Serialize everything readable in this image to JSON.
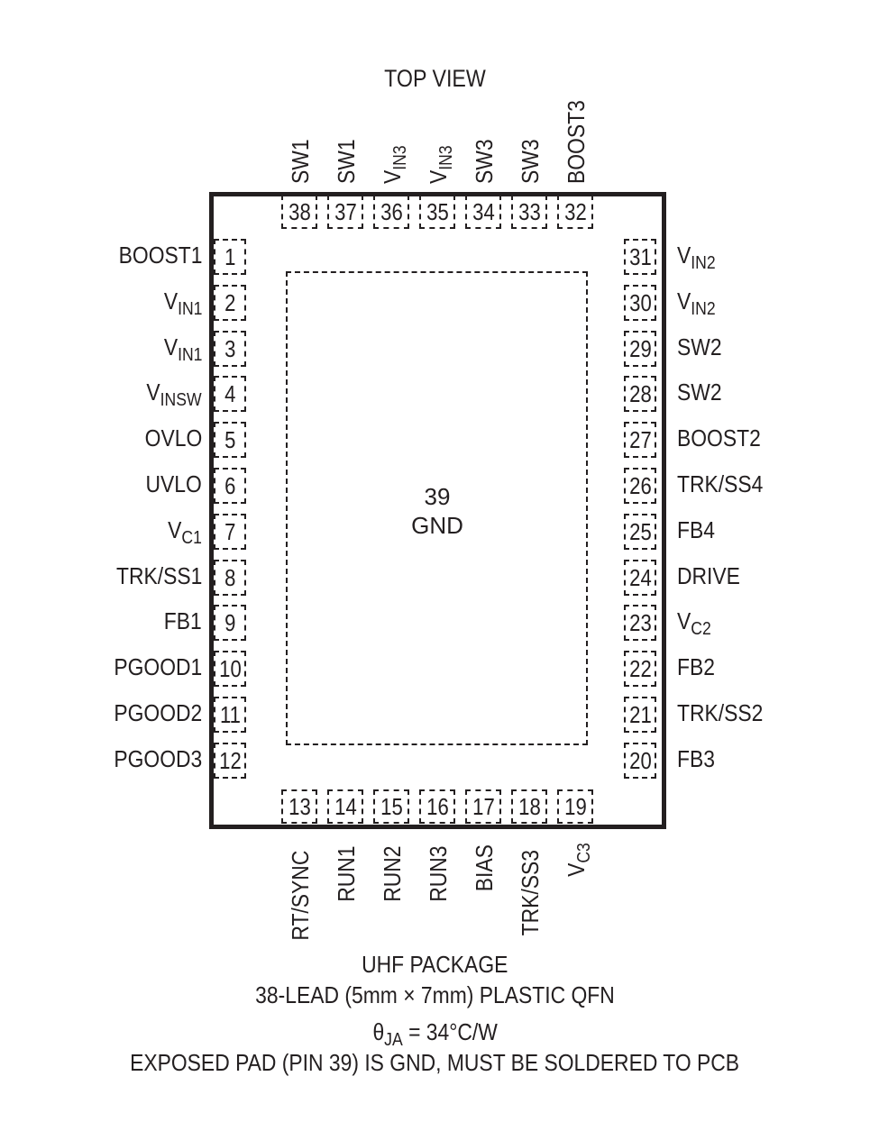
{
  "diagram": {
    "title": "TOP VIEW",
    "exposed_pad": {
      "number": "39",
      "name": "GND"
    },
    "pins": {
      "left": [
        {
          "num": "1",
          "name": "BOOST1",
          "sub": ""
        },
        {
          "num": "2",
          "name": "V",
          "sub": "IN1"
        },
        {
          "num": "3",
          "name": "V",
          "sub": "IN1"
        },
        {
          "num": "4",
          "name": "V",
          "sub": "INSW"
        },
        {
          "num": "5",
          "name": "OVLO",
          "sub": ""
        },
        {
          "num": "6",
          "name": "UVLO",
          "sub": ""
        },
        {
          "num": "7",
          "name": "V",
          "sub": "C1"
        },
        {
          "num": "8",
          "name": "TRK/SS1",
          "sub": ""
        },
        {
          "num": "9",
          "name": "FB1",
          "sub": ""
        },
        {
          "num": "10",
          "name": "PGOOD1",
          "sub": ""
        },
        {
          "num": "11",
          "name": "PGOOD2",
          "sub": ""
        },
        {
          "num": "12",
          "name": "PGOOD3",
          "sub": ""
        }
      ],
      "bottom": [
        {
          "num": "13",
          "name": "RT/SYNC",
          "sub": ""
        },
        {
          "num": "14",
          "name": "RUN1",
          "sub": ""
        },
        {
          "num": "15",
          "name": "RUN2",
          "sub": ""
        },
        {
          "num": "16",
          "name": "RUN3",
          "sub": ""
        },
        {
          "num": "17",
          "name": "BIAS",
          "sub": ""
        },
        {
          "num": "18",
          "name": "TRK/SS3",
          "sub": ""
        },
        {
          "num": "19",
          "name": "V",
          "sub": "C3"
        }
      ],
      "right": [
        {
          "num": "31",
          "name": "V",
          "sub": "IN2"
        },
        {
          "num": "30",
          "name": "V",
          "sub": "IN2"
        },
        {
          "num": "29",
          "name": "SW2",
          "sub": ""
        },
        {
          "num": "28",
          "name": "SW2",
          "sub": ""
        },
        {
          "num": "27",
          "name": "BOOST2",
          "sub": ""
        },
        {
          "num": "26",
          "name": "TRK/SS4",
          "sub": ""
        },
        {
          "num": "25",
          "name": "FB4",
          "sub": ""
        },
        {
          "num": "24",
          "name": "DRIVE",
          "sub": ""
        },
        {
          "num": "23",
          "name": "V",
          "sub": "C2"
        },
        {
          "num": "22",
          "name": "FB2",
          "sub": ""
        },
        {
          "num": "21",
          "name": "TRK/SS2",
          "sub": ""
        },
        {
          "num": "20",
          "name": "FB3",
          "sub": ""
        }
      ],
      "top": [
        {
          "num": "38",
          "name": "SW1",
          "sub": ""
        },
        {
          "num": "37",
          "name": "SW1",
          "sub": ""
        },
        {
          "num": "36",
          "name": "V",
          "sub": "IN3"
        },
        {
          "num": "35",
          "name": "V",
          "sub": "IN3"
        },
        {
          "num": "34",
          "name": "SW3",
          "sub": ""
        },
        {
          "num": "33",
          "name": "SW3",
          "sub": ""
        },
        {
          "num": "32",
          "name": "BOOST3",
          "sub": ""
        }
      ]
    },
    "footer": {
      "package": "UHF PACKAGE",
      "lead": "38-LEAD (5mm × 7mm) PLASTIC QFN",
      "theta_symbol": "θ",
      "theta_sub": "JA",
      "theta_value": " = 34°C/W",
      "note": "EXPOSED PAD (PIN 39) IS GND, MUST BE SOLDERED TO PCB"
    }
  }
}
